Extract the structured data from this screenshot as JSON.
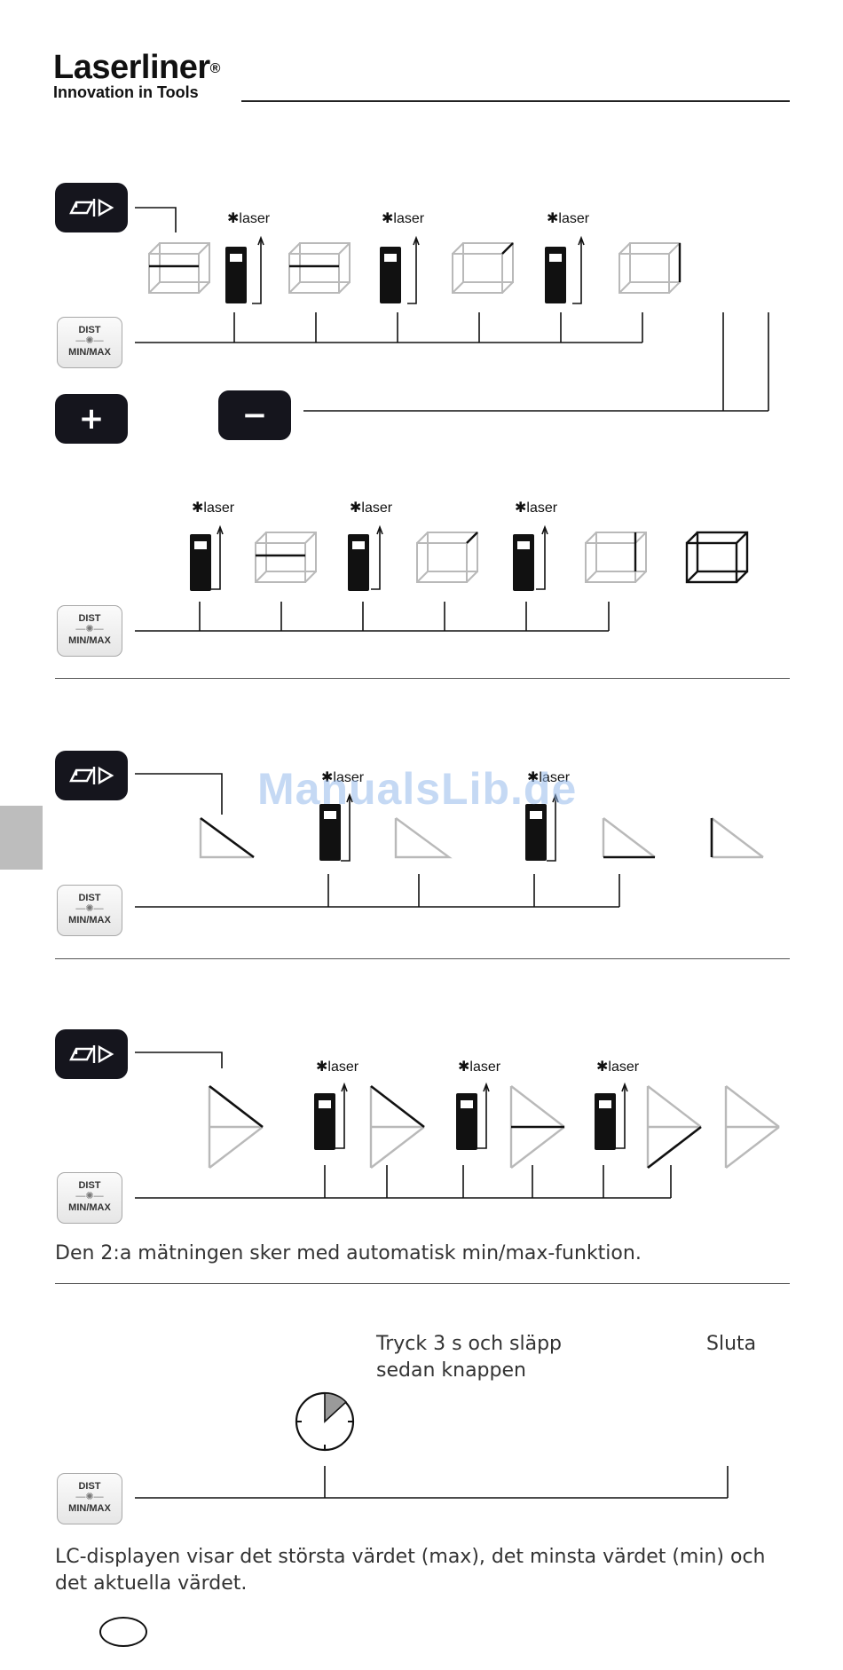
{
  "header": {
    "brand_name": "Laserliner",
    "brand_mark": "®",
    "tagline": "Innovation in Tools"
  },
  "buttons": {
    "mode_icon": "area-mode-icon",
    "plus_label": "+",
    "minus_label": "−",
    "dist_top": "DIST",
    "dist_bottom": "MIN/MAX"
  },
  "laser_label": "laser",
  "texts": {
    "note_minmax": "Den 2:a mätningen sker med automatisk min/max-funktion.",
    "press_line1": "Tryck 3 s och släpp",
    "press_line2": "sedan knappen",
    "end": "Sluta",
    "lcd_line1": "LC-displayen visar det största värdet (max), det minsta värdet (min) och",
    "lcd_line2": "det aktuella värdet."
  },
  "watermark": "ManualsLib.de",
  "colors": {
    "button_dark": "#15151d",
    "shape_light": "#b9b9b9",
    "shape_dark": "#111111"
  }
}
